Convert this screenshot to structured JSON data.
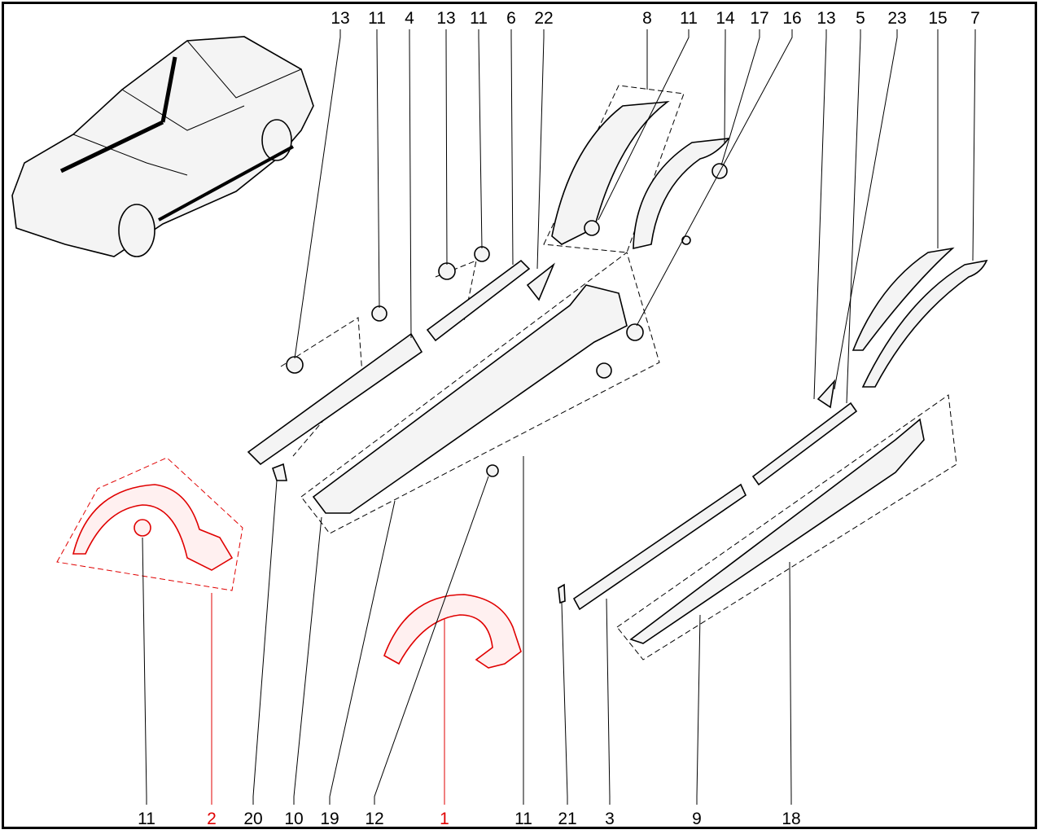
{
  "diagram": {
    "top_callouts": [
      "13",
      "11",
      "4",
      "13",
      "11",
      "6",
      "22",
      "8",
      "11",
      "14",
      "17",
      "16",
      "13",
      "5",
      "23",
      "15",
      "7"
    ],
    "bottom_callouts": [
      "11",
      "2",
      "20",
      "10",
      "19",
      "12",
      "1",
      "11",
      "21",
      "3",
      "9",
      "18"
    ],
    "highlighted_callouts": [
      "2",
      "1"
    ],
    "highlight_color": "#e00000",
    "line_color": "#000000"
  }
}
